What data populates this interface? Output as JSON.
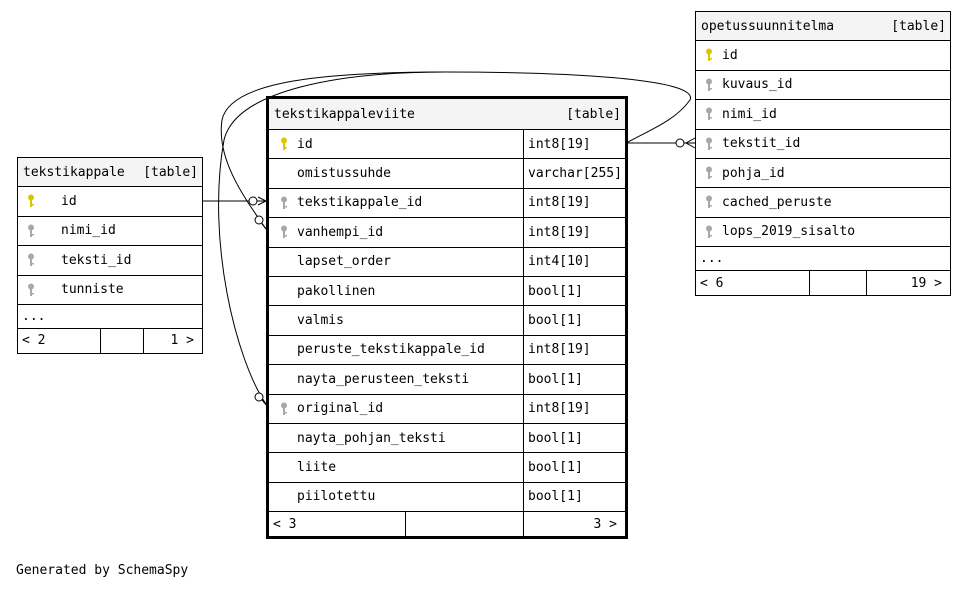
{
  "colors": {
    "primary_key": "#d8c800",
    "foreign_key": "#a8a8a8",
    "header_bg": "#f4f4f4"
  },
  "tables": {
    "tekstikappale": {
      "name": "tekstikappale",
      "tag": "[table]",
      "columns": [
        {
          "name": "id",
          "key": "primary-key-icon"
        },
        {
          "name": "nimi_id",
          "key": "foreign-key-icon"
        },
        {
          "name": "teksti_id",
          "key": "foreign-key-icon"
        },
        {
          "name": "tunniste",
          "key": "foreign-key-icon"
        }
      ],
      "ellipsis": "...",
      "footer": {
        "left": "< 2",
        "right": "1 >"
      }
    },
    "tekstikappaleviite": {
      "name": "tekstikappaleviite",
      "tag": "[table]",
      "columns": [
        {
          "name": "id",
          "type": "int8[19]",
          "key": "primary-key-icon"
        },
        {
          "name": "omistussuhde",
          "type": "varchar[255]",
          "key": ""
        },
        {
          "name": "tekstikappale_id",
          "type": "int8[19]",
          "key": "foreign-key-icon"
        },
        {
          "name": "vanhempi_id",
          "type": "int8[19]",
          "key": "foreign-key-icon"
        },
        {
          "name": "lapset_order",
          "type": "int4[10]",
          "key": ""
        },
        {
          "name": "pakollinen",
          "type": "bool[1]",
          "key": ""
        },
        {
          "name": "valmis",
          "type": "bool[1]",
          "key": ""
        },
        {
          "name": "peruste_tekstikappale_id",
          "type": "int8[19]",
          "key": ""
        },
        {
          "name": "nayta_perusteen_teksti",
          "type": "bool[1]",
          "key": ""
        },
        {
          "name": "original_id",
          "type": "int8[19]",
          "key": "foreign-key-icon"
        },
        {
          "name": "nayta_pohjan_teksti",
          "type": "bool[1]",
          "key": ""
        },
        {
          "name": "liite",
          "type": "bool[1]",
          "key": ""
        },
        {
          "name": "piilotettu",
          "type": "bool[1]",
          "key": ""
        }
      ],
      "footer": {
        "left": "< 3",
        "right": "3 >"
      }
    },
    "opetussuunnitelma": {
      "name": "opetussuunnitelma",
      "tag": "[table]",
      "columns": [
        {
          "name": "id",
          "key": "primary-key-icon"
        },
        {
          "name": "kuvaus_id",
          "key": "foreign-key-icon"
        },
        {
          "name": "nimi_id",
          "key": "foreign-key-icon"
        },
        {
          "name": "tekstit_id",
          "key": "foreign-key-icon"
        },
        {
          "name": "pohja_id",
          "key": "foreign-key-icon"
        },
        {
          "name": "cached_peruste",
          "key": "foreign-key-icon"
        },
        {
          "name": "lops_2019_sisalto",
          "key": "foreign-key-icon"
        }
      ],
      "ellipsis": "...",
      "footer": {
        "left": "< 6",
        "right": "19 >"
      }
    }
  },
  "generator": "Generated by SchemaSpy"
}
